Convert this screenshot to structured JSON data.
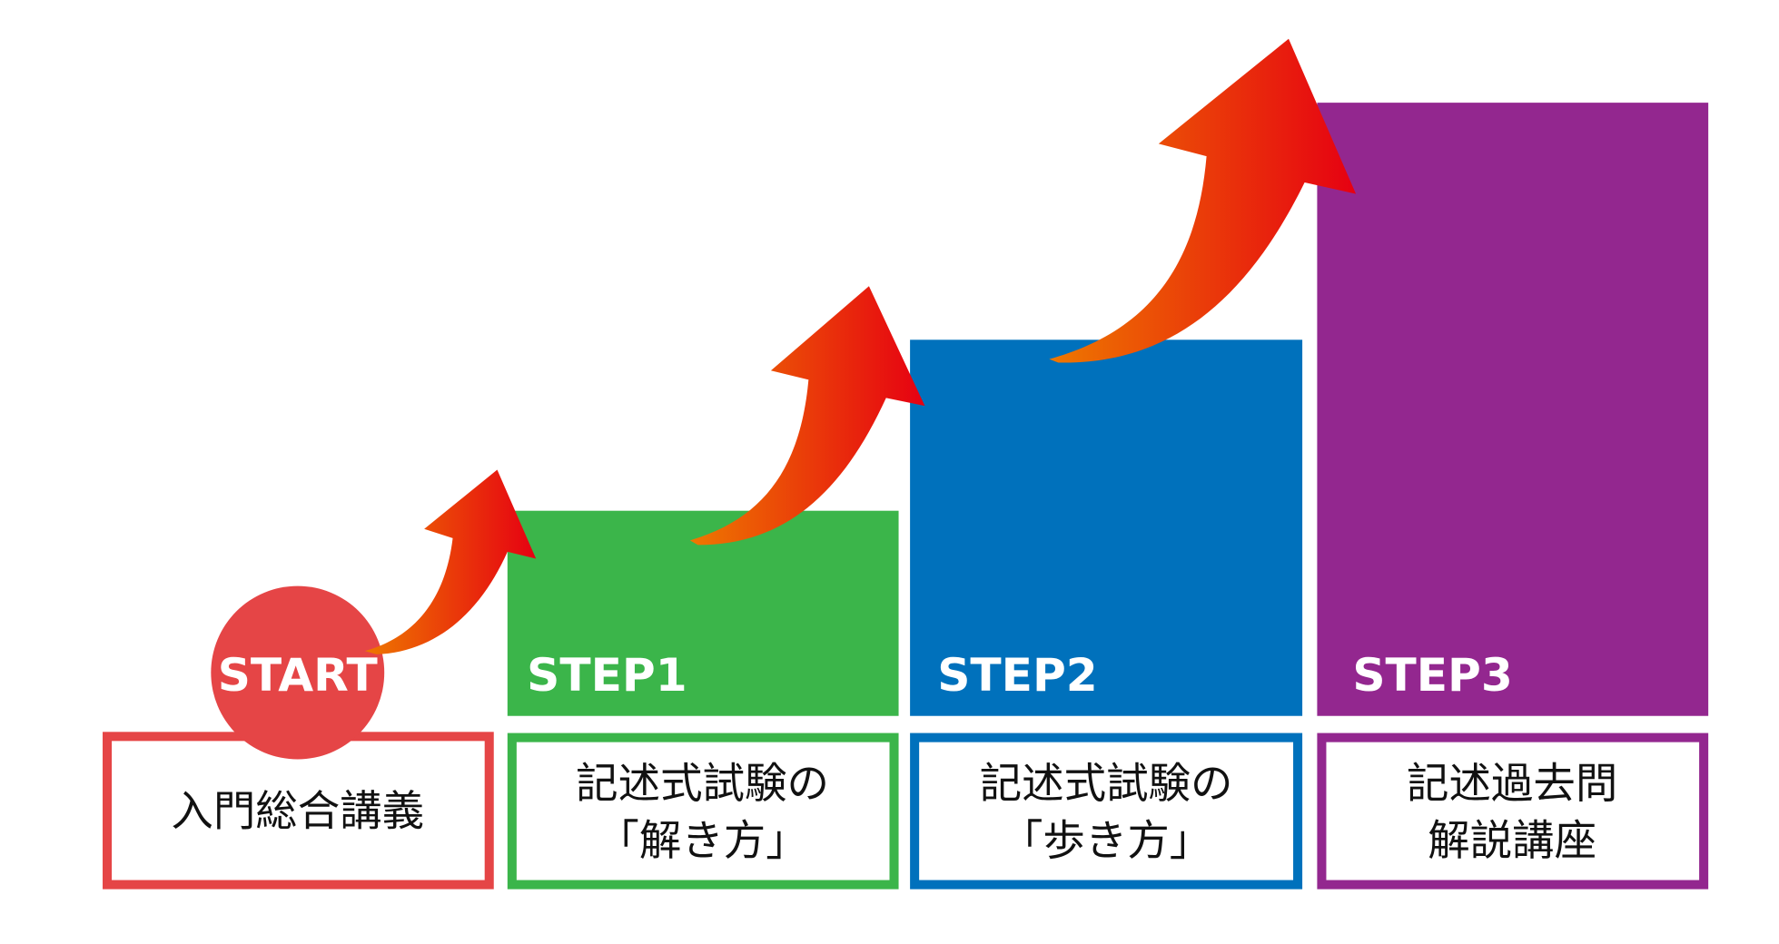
{
  "colors": {
    "start": "#e54546",
    "step1": "#3bb54a",
    "step2": "#0071bc",
    "step3": "#93278f",
    "arrow_from": "#ee7800",
    "arrow_to": "#e60012"
  },
  "steps": [
    {
      "badge": "START",
      "label_lines": [
        "入門総合講義"
      ]
    },
    {
      "badge": "STEP1",
      "label_lines": [
        "記述式試験の",
        "「解き方」"
      ]
    },
    {
      "badge": "STEP2",
      "label_lines": [
        "記述式試験の",
        "「歩き方」"
      ]
    },
    {
      "badge": "STEP3",
      "label_lines": [
        "記述過去問",
        "解説講座"
      ]
    }
  ]
}
